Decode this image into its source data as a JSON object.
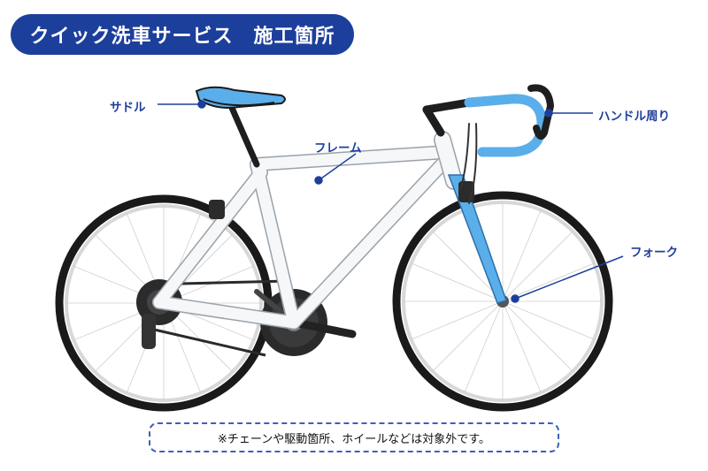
{
  "title": "クイック洗車サービス　施工箇所",
  "labels": {
    "saddle": "サドル",
    "frame": "フレーム",
    "handle": "ハンドル周り",
    "fork": "フォーク"
  },
  "note": "※チェーンや駆動箇所、ホイールなどは対象外です。",
  "colors": {
    "brand_blue": "#1d3f9c",
    "accent_blue": "#5aaeea",
    "frame_white": "#f5f7f9",
    "tire_black": "#1a1a1a"
  }
}
